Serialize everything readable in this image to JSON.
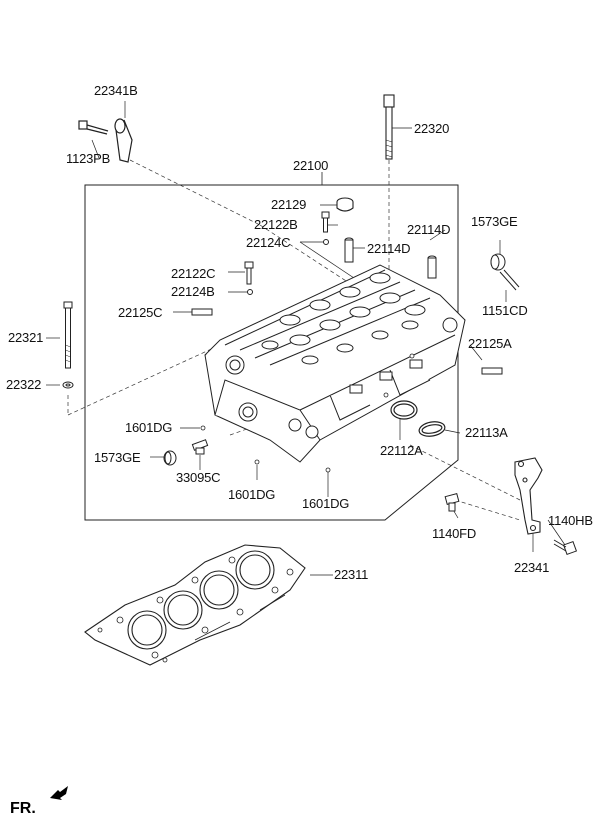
{
  "diagram": {
    "part_labels": {
      "bracket_top_left": "22341B",
      "bolt_top_left": "1123PB",
      "long_bolt": "22320",
      "head_assembly": "22100",
      "plug_22129": "22129",
      "bolt_22122B": "22122B",
      "clip_22124C": "22124C",
      "guide_22114D_a": "22114D",
      "guide_22114D_b": "22114D",
      "plug_1573GE_top": "1573GE",
      "bolt_22122C": "22122C",
      "clip_22124B": "22124B",
      "stud_1151CD": "1151CD",
      "stud_22125C": "22125C",
      "stud_22125A": "22125A",
      "dowel_22321": "22321",
      "washer_22322": "22322",
      "pin_1601DG_a": "1601DG",
      "plug_1573GE_bottom": "1573GE",
      "sensor_33095C": "33095C",
      "pin_1601DG_b": "1601DG",
      "pin_1601DG_c": "1601DG",
      "seal_22112A": "22112A",
      "seal_22113A": "22113A",
      "bolt_1140FD": "1140FD",
      "bolt_1140HB": "1140HB",
      "bracket_22341": "22341",
      "gasket_22311": "22311"
    },
    "direction_label": "FR."
  }
}
